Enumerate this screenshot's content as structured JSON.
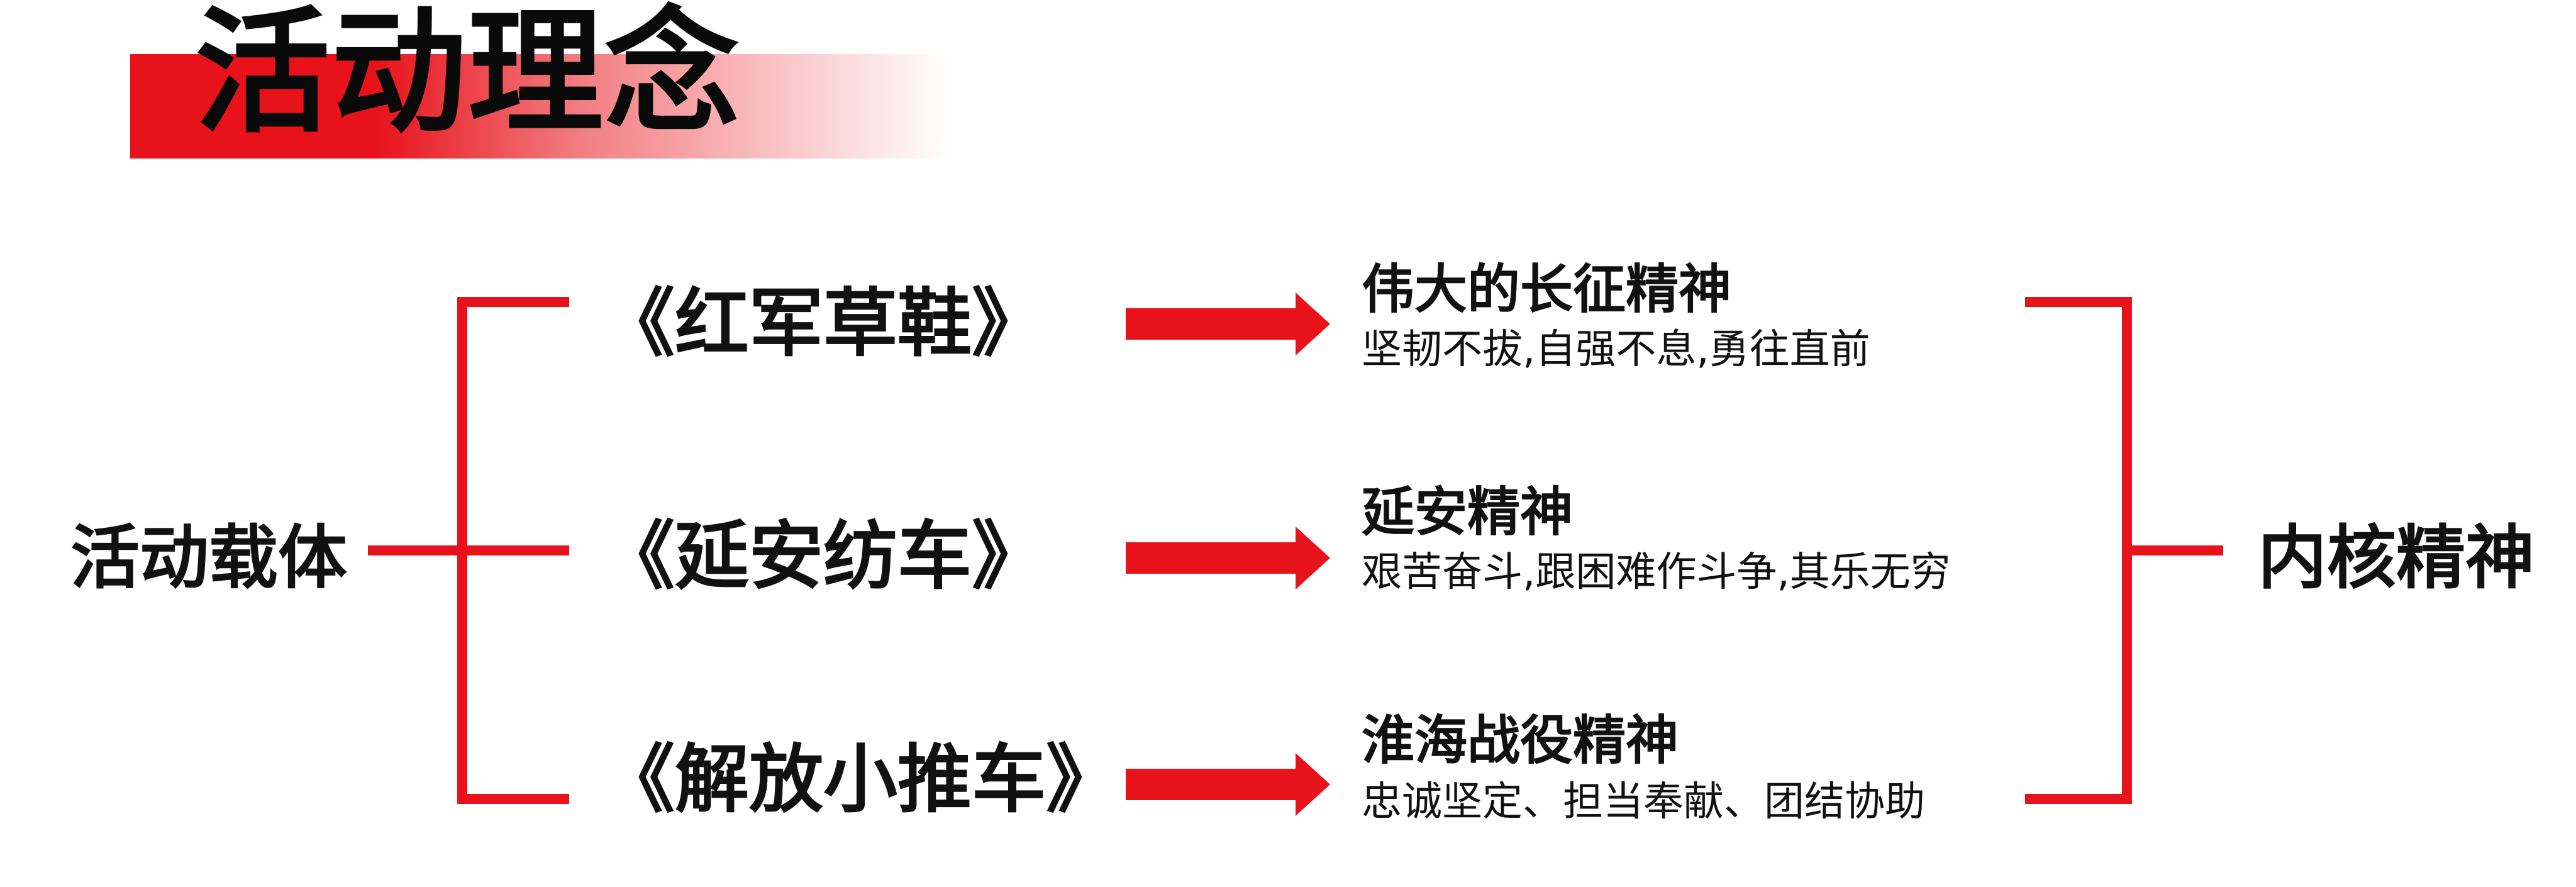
{
  "title": "活动理念",
  "left_label": "活动载体",
  "right_label": "内核精神",
  "rows": [
    {
      "activity": "《红军草鞋》",
      "spirit_title": "伟大的长征精神",
      "spirit_desc": "坚韧不拔,自强不息,勇往直前"
    },
    {
      "activity": "《延安纺车》",
      "spirit_title": "延安精神",
      "spirit_desc": "艰苦奋斗,跟困难作斗争,其乐无穷"
    },
    {
      "activity": "《解放小推车》",
      "spirit_title": "淮海战役精神",
      "spirit_desc": "忠诚坚定、担当奉献、团结协助"
    }
  ],
  "colors": {
    "accent": "#e8121a",
    "text": "#111111"
  }
}
